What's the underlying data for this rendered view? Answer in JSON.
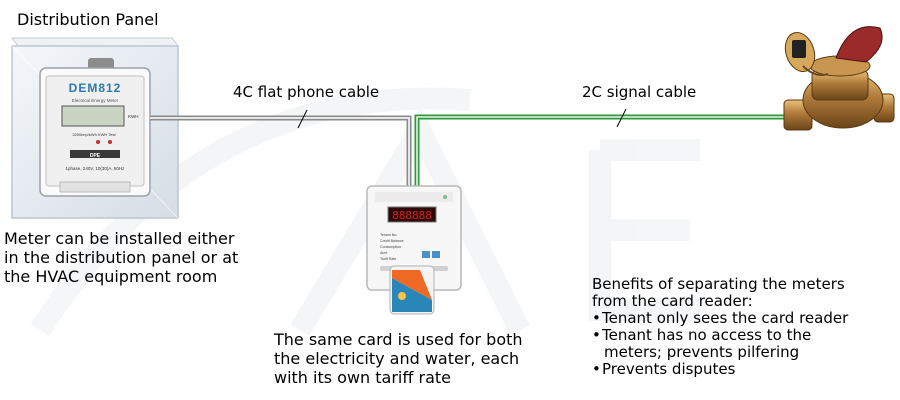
{
  "labels": {
    "panel_title": "Distribution Panel",
    "phone_cable": "4C flat phone cable",
    "signal_cable": "2C signal cable"
  },
  "meter": {
    "model": "DEM812",
    "subtitle": "Electrical Energy Meter",
    "spec": "1phase, 240V, 10(30)A, 50Hz",
    "imp": "3200imp/kWh  KWH  Test",
    "brand": "DPE",
    "side": "KWH"
  },
  "reader": {
    "display": "888888",
    "lines": [
      "Tenant No.",
      "Credit Balance",
      "Consumption",
      "Alert",
      "Tariff Rate"
    ]
  },
  "notes": {
    "meter_note": [
      "Meter can be installed either",
      "in the distribution panel or at",
      "the HVAC equipment room"
    ],
    "card_note": [
      "The same card is used for both",
      "the electricity and water, each",
      "with its own tariff rate"
    ],
    "benefits_title": [
      "Benefits of separating the meters",
      "from the card reader:"
    ],
    "benefits": [
      {
        "line1": "Tenant only sees the card reader",
        "line2": ""
      },
      {
        "line1": "Tenant has no access to the",
        "line2": "meters; prevents pilfering"
      },
      {
        "line1": "Prevents disputes",
        "line2": ""
      }
    ],
    "bullet": "•"
  },
  "colors": {
    "phone_cable": "#9a9a9a",
    "signal_cable": "#2e9a3e",
    "panel_glass": "#dde4ec",
    "brass": "#b07a3a",
    "display_red": "#e01a1a"
  }
}
